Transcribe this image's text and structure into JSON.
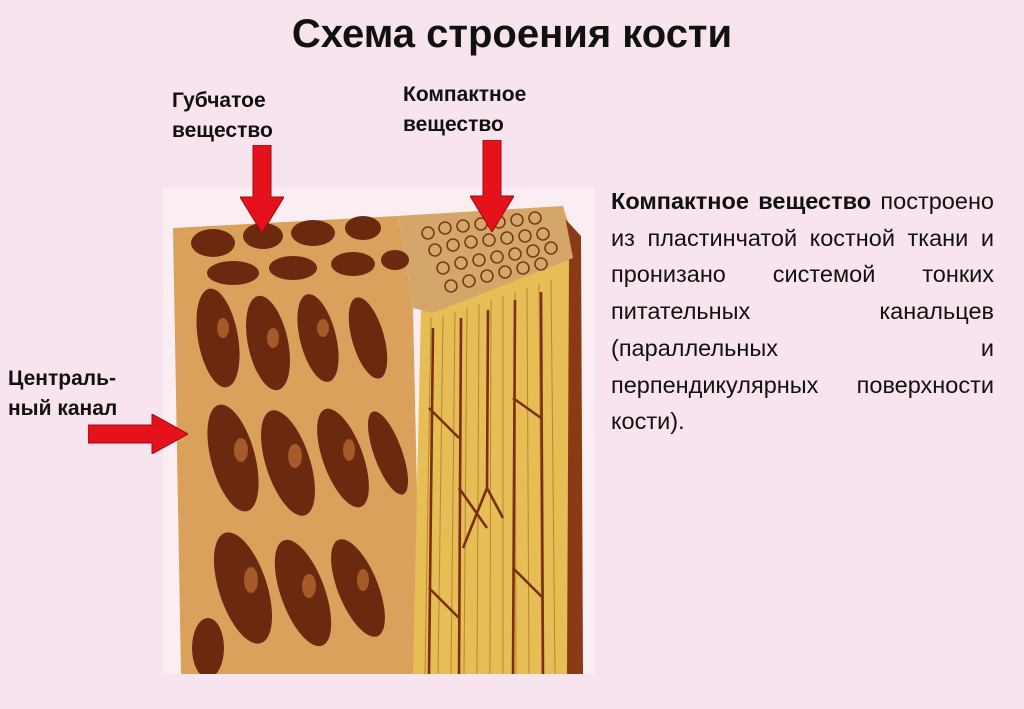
{
  "slide": {
    "title": "Схема строения кости",
    "labels": {
      "spongy": "Губчатое\nвещество",
      "compact": "Компактное\nвещество",
      "central_canal": "Централь-\nный канал"
    },
    "description": {
      "bold_term": "Компактное вещество",
      "text": "построено из пластинчатой костной ткани и пронизано системой тонких питательных канальцев (параллельных и перпендикулярных поверхности кости)."
    },
    "colors": {
      "background": "#f7e4ef",
      "arrow": "#e5121b",
      "spongy_dark": "#6b2a10",
      "spongy_light": "#d9a15b",
      "compact_fill": "#e6be55",
      "canal": "#7a2f12"
    },
    "icons": [
      "arrow-down-icon",
      "arrow-down-icon",
      "arrow-right-icon"
    ]
  }
}
